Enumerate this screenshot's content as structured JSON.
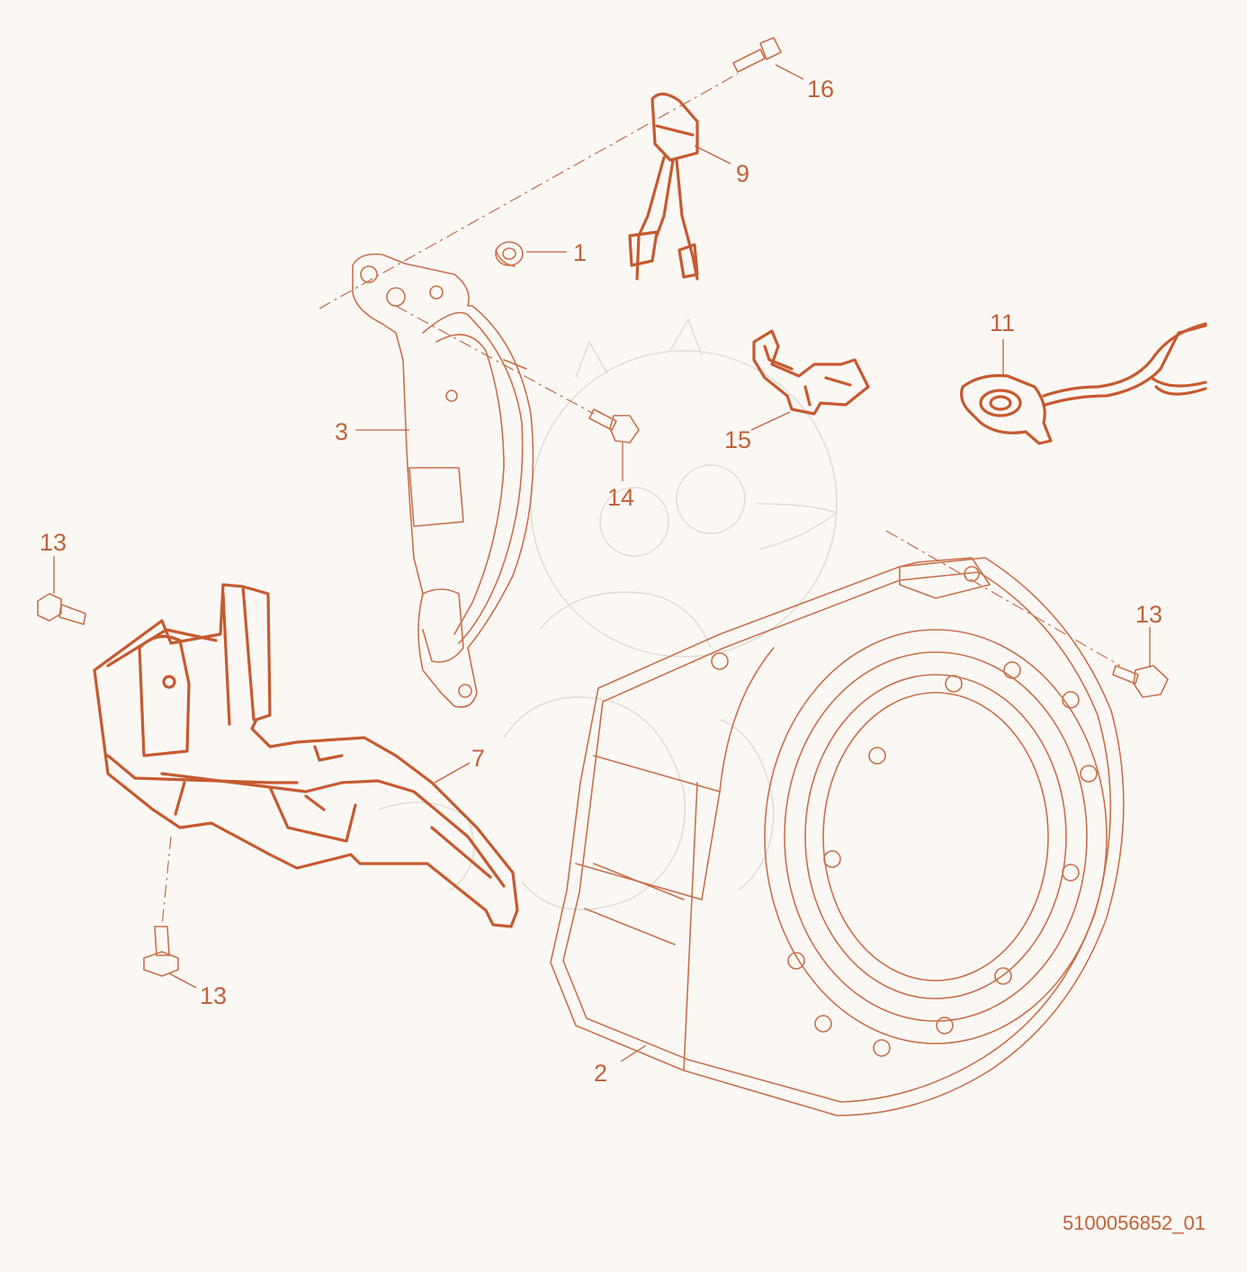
{
  "colors": {
    "line": "#c0613a",
    "part_bold": "#c55a30",
    "background": "#fbf8f4",
    "watermark": "#e2dcd6"
  },
  "callouts": [
    {
      "id": "c1",
      "label": "1"
    },
    {
      "id": "c2",
      "label": "2"
    },
    {
      "id": "c3",
      "label": "3"
    },
    {
      "id": "c7",
      "label": "7"
    },
    {
      "id": "c9",
      "label": "9"
    },
    {
      "id": "c11",
      "label": "11"
    },
    {
      "id": "c13a",
      "label": "13"
    },
    {
      "id": "c13b",
      "label": "13"
    },
    {
      "id": "c13c",
      "label": "13"
    },
    {
      "id": "c14",
      "label": "14"
    },
    {
      "id": "c15",
      "label": "15"
    },
    {
      "id": "c16",
      "label": "16"
    }
  ],
  "reference_code": "5100056852_01"
}
